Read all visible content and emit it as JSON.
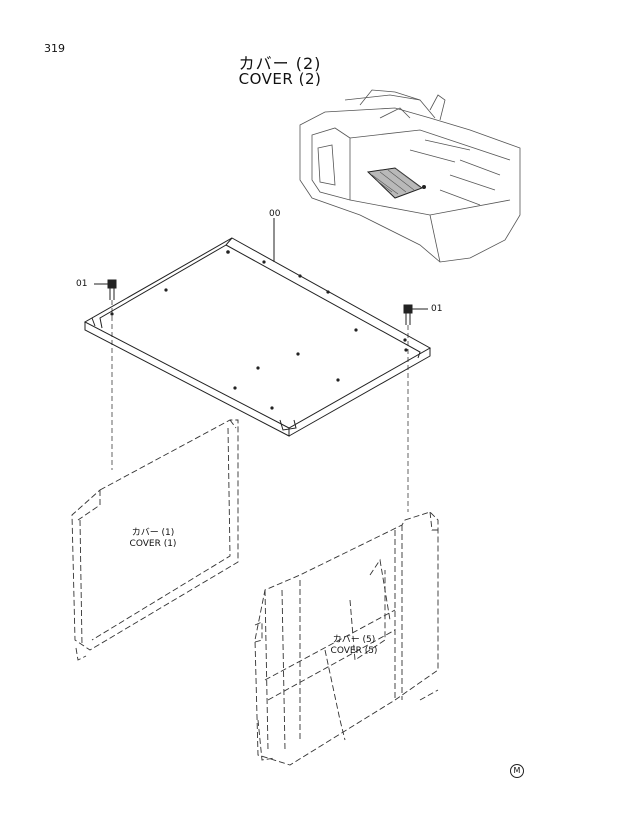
{
  "page_number": "319",
  "title": {
    "jp": "カバー (2)",
    "en": "COVER (2)"
  },
  "callouts": {
    "cover_part": "00",
    "bolt_left": "01",
    "bolt_right": "01"
  },
  "related": {
    "cover1": {
      "jp": "カバー (1)",
      "en": "COVER (1)"
    },
    "cover5": {
      "jp": "カバー (5)",
      "en": "COVER (5)"
    }
  },
  "footer_mark": "M"
}
